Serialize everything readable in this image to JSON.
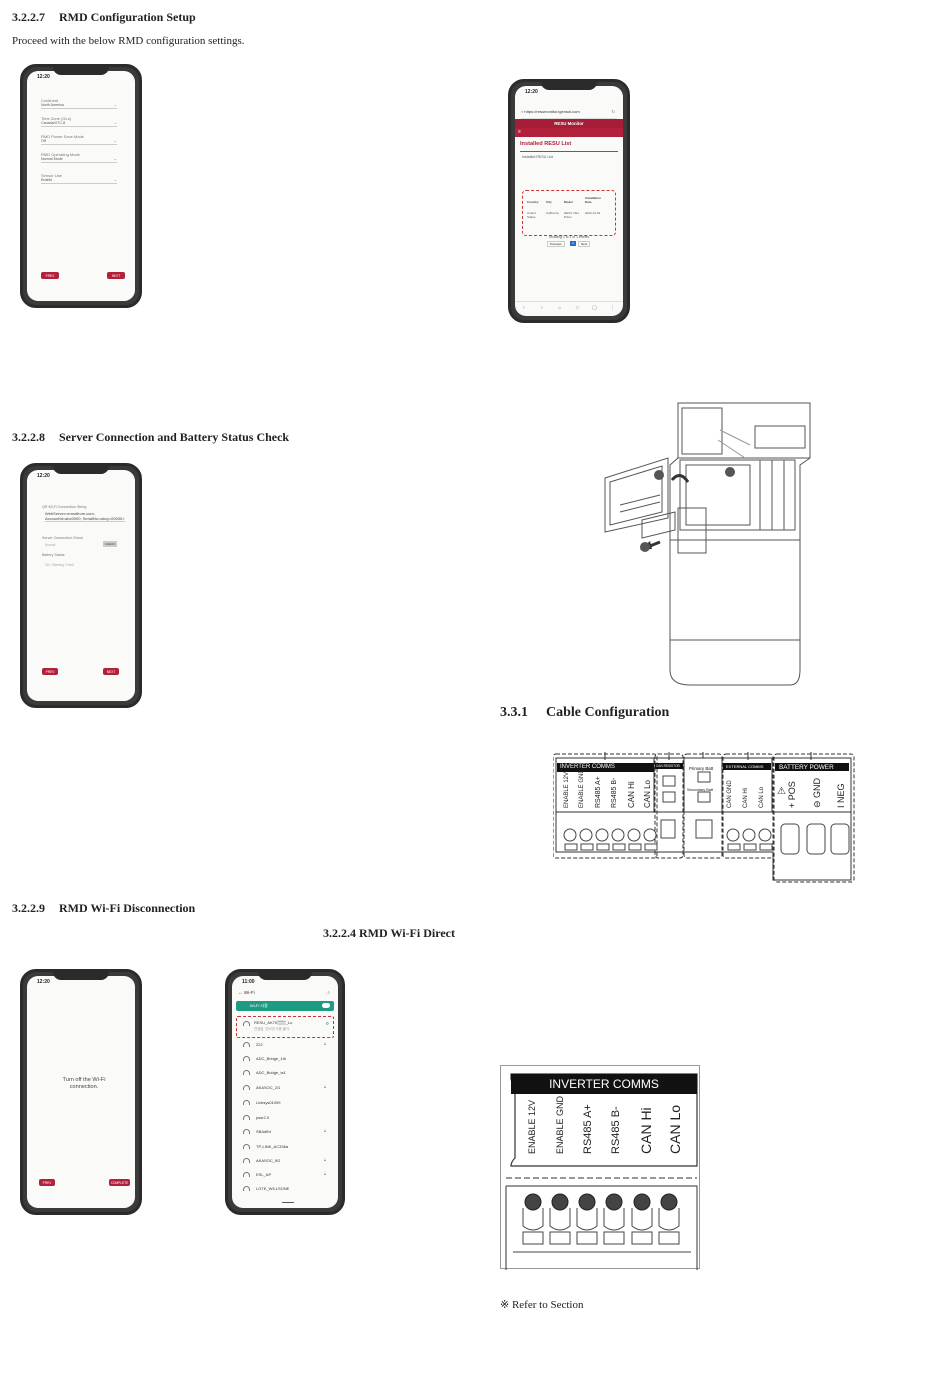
{
  "sections": {
    "s3227": {
      "num": "3.2.2.7",
      "title": "RMD Configuration Setup"
    },
    "s3227_body": "Proceed with the below RMD configuration settings.",
    "s3228": {
      "num": "3.2.2.8",
      "title": "Server Connection and Battery Status Check"
    },
    "s3229": {
      "num": "3.2.2.9",
      "title": "RMD Wi-Fi Disconnection"
    },
    "s3224_ref": "3.2.2.4 RMD Wi-Fi Direct",
    "s331": {
      "num": "3.3.1",
      "title": "Cable Configuration"
    },
    "refer": "※ Refer to Section"
  },
  "phone_config": {
    "time": "12:20",
    "fields": [
      {
        "label": "Continent",
        "value": "North America"
      },
      {
        "label": "Time Zone (GLs)",
        "value": "Canada/UTC-8"
      },
      {
        "label": "RMD Power Save Mode",
        "value": "Off"
      },
      {
        "label": "RMD Operating Mode",
        "value": "Normal Mode"
      },
      {
        "label": "Sensor Use",
        "value": "Enable"
      }
    ],
    "prev": "PREV",
    "next": "NEXT"
  },
  "phone_monitor": {
    "time": "12:20",
    "url": "https://resumonitor.lgensol.com",
    "brand": "RESU Monitor",
    "page_title": "Installed RESU List",
    "sub": "Installed RESU List",
    "columns": [
      "Country",
      "City",
      "Model",
      "Installation Date"
    ],
    "row": [
      "United States",
      "California",
      "RESU 16H Prime",
      "2022-12-02"
    ],
    "showing": "Showing 1 to 1 of 1 entries",
    "prev": "Previous",
    "page": "1",
    "next": "Next"
  },
  "phone_server": {
    "time": "12:20",
    "string_label": "QR Wi-Fi Connection String",
    "string_value": "WebServer=emsdfrom.com; AccountId=abc0000; SerialNo=abcy=00000>",
    "server_label": "Server Connection Check",
    "server_value": "Normal",
    "check": "CHECK",
    "battery_label": "Battery Status",
    "battery_value": "OK / Warning / Fault",
    "prev": "PREV",
    "next": "NEXT"
  },
  "phone_disconnect": {
    "time": "12:20",
    "message": "Turn off the Wi-Fi connection.",
    "prev": "PREV",
    "complete": "COMPLETE"
  },
  "phone_wifi": {
    "time": "11:00",
    "title": "Wi-Fi",
    "toggle": "Wi-Fi 사용",
    "connected": "RESU_AK70▒▒▒_Lo",
    "connected_sub": "연결됨, 인터넷 사용 불가",
    "networks": [
      "222",
      "ADC_Bridge_1th",
      "ADC_Bridge_ts1",
      "AKASOC_2G",
      "Linksys01099",
      "pssr2.0",
      "SBAdfbf",
      "TP-LINK_AC336a",
      "AKASOC_5G",
      "ESL_AP",
      "LGTE_WILLSONE"
    ]
  },
  "terminal_panel": {
    "groups": [
      "INVERTER COMMS",
      "CAN RESISTOR",
      "Primary Batt",
      "Secondary Batt",
      "EXTERNAL COMMS",
      "BATTERY POWER"
    ],
    "inverter_terms": [
      "ENABLE 12V",
      "ENABLE GND",
      "RS485 A+",
      "RS485 B-",
      "CAN Hi",
      "CAN Lo"
    ],
    "external_terms": [
      "CAN GND",
      "CAN Hi",
      "CAN Lo"
    ],
    "power_terms": [
      "+ POS",
      "⊖ GND",
      "I NEG"
    ]
  },
  "inverter_comms_detail": {
    "title": "INVERTER COMMS",
    "terms": [
      "ENABLE 12V",
      "ENABLE GND",
      "RS485 A+",
      "RS485 B-",
      "CAN Hi",
      "CAN Lo"
    ]
  }
}
